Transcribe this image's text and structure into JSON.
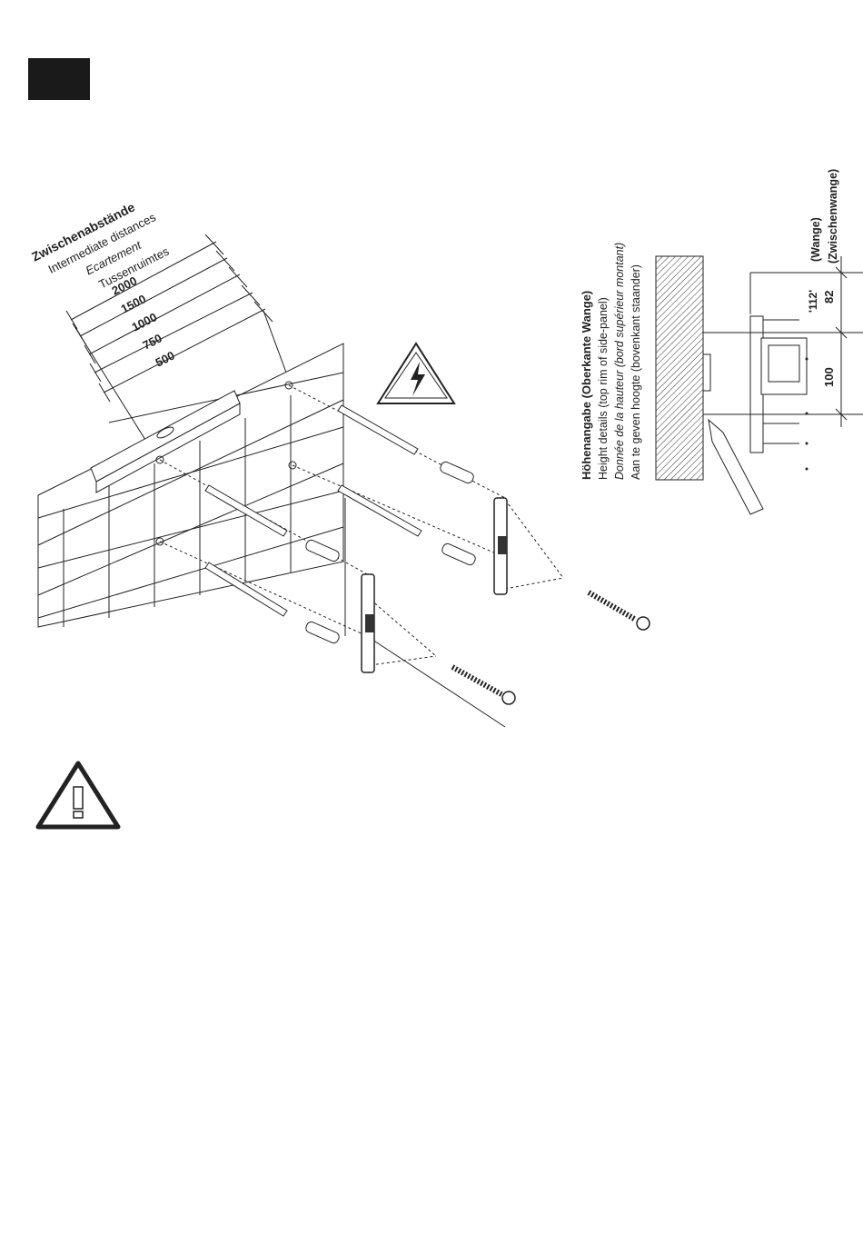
{
  "distances": {
    "title": "Zwischenabstände",
    "lines": [
      "Intermediate distances",
      "Ecartement",
      "Tussenruimtes"
    ],
    "values": [
      "2000",
      "1500",
      "1000",
      "750",
      "500"
    ]
  },
  "height": {
    "title": "Höhenangabe (Oberkante Wange)",
    "lines": [
      "Height details (top rim of side-panel)",
      "Donnée de la hauteur (bord supérieur montant)",
      "Aan te geven hoogte (bovenkant staander)"
    ],
    "dim_112": "'112'",
    "dim_82": "82",
    "dim_100": "100",
    "label_wange": "(Wange)",
    "label_zwischenwange": "(Zwischenwange)"
  },
  "icons": {
    "electric_warning": "high-voltage-warning-icon",
    "general_warning": "caution-warning-icon",
    "black_box": "section-marker"
  }
}
